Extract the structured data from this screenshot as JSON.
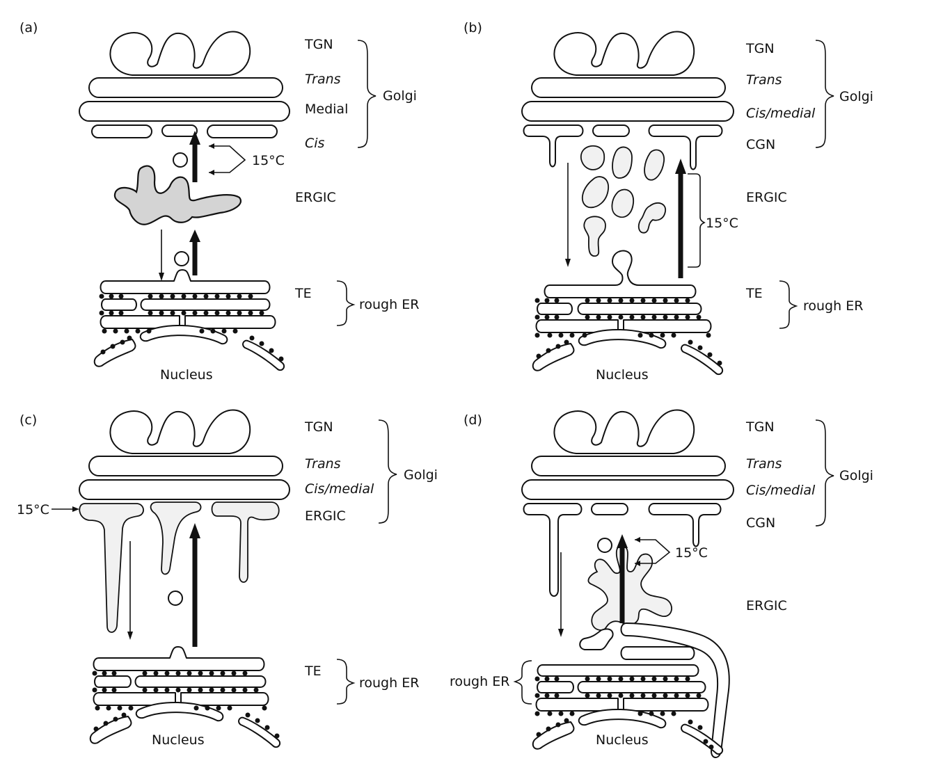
{
  "panels": [
    {
      "letter": "(a)",
      "compartments": [
        "TGN",
        "Trans",
        "Medial",
        "Cis",
        "ERGIC",
        "TE"
      ],
      "golgi": "Golgi",
      "er": "rough  ER",
      "temp": "15°C",
      "nucleus": "Nucleus"
    },
    {
      "letter": "(b)",
      "compartments": [
        "TGN",
        "Trans",
        "Cis/medial",
        "CGN",
        "ERGIC",
        "TE"
      ],
      "golgi": "Golgi",
      "er": "rough  ER",
      "temp": "15°C",
      "nucleus": "Nucleus"
    },
    {
      "letter": "(c)",
      "compartments": [
        "TGN",
        "Trans",
        "Cis/medial",
        "ERGIC",
        "TE"
      ],
      "golgi": "Golgi",
      "er": "rough  ER",
      "temp": "15°C",
      "nucleus": "Nucleus"
    },
    {
      "letter": "(d)",
      "compartments": [
        "TGN",
        "Trans",
        "Cis/medial",
        "CGN",
        "ERGIC"
      ],
      "golgi": "Golgi",
      "er": "rough  ER",
      "temp": "15°C",
      "nucleus": "Nucleus"
    }
  ]
}
